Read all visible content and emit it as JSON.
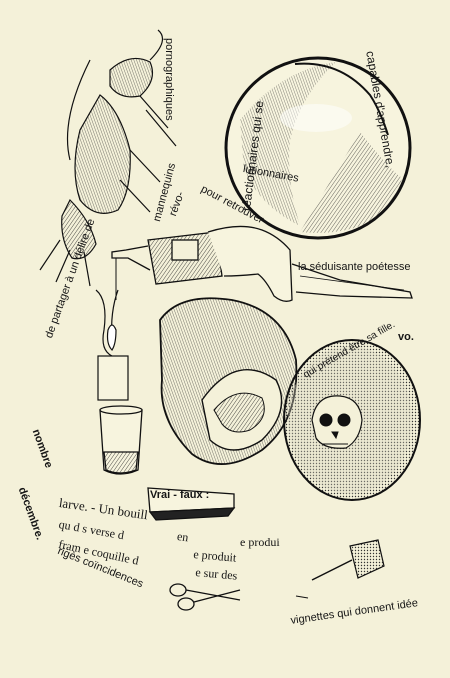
{
  "fragments": {
    "capables": "capables d'apprendre,",
    "reactionnaires": "réactionnaires qui se",
    "pornographiques": "pornographiques",
    "mannequins": "mannequins",
    "lutionnaires": "lutionnaires",
    "pour_retrouver": "pour retrouver",
    "revo": "révo-",
    "seduisante": "la séduisante poétesse",
    "qui_pretend": "qui prétend être sa fille.",
    "vo": "vo.",
    "de_partager": "de partager à un délire de",
    "nombre": "nombre",
    "decembre": "décembre.",
    "vrai_faux": "Vrai - faux :",
    "vignettes": "vignettes qui donnent idée",
    "coincidences": "rigès coïncidences",
    "larve_line1": "larve. - Un bouill",
    "larve_line1b": "en",
    "larve_line2": "qu  d  s verse d",
    "larve_line3": "fram   e coquille d",
    "produit_line": "e produit",
    "sur_des": "e sur des",
    "produi_right": "e produi"
  },
  "colors": {
    "paper": "#f4f1d9",
    "ink": "#151515"
  }
}
